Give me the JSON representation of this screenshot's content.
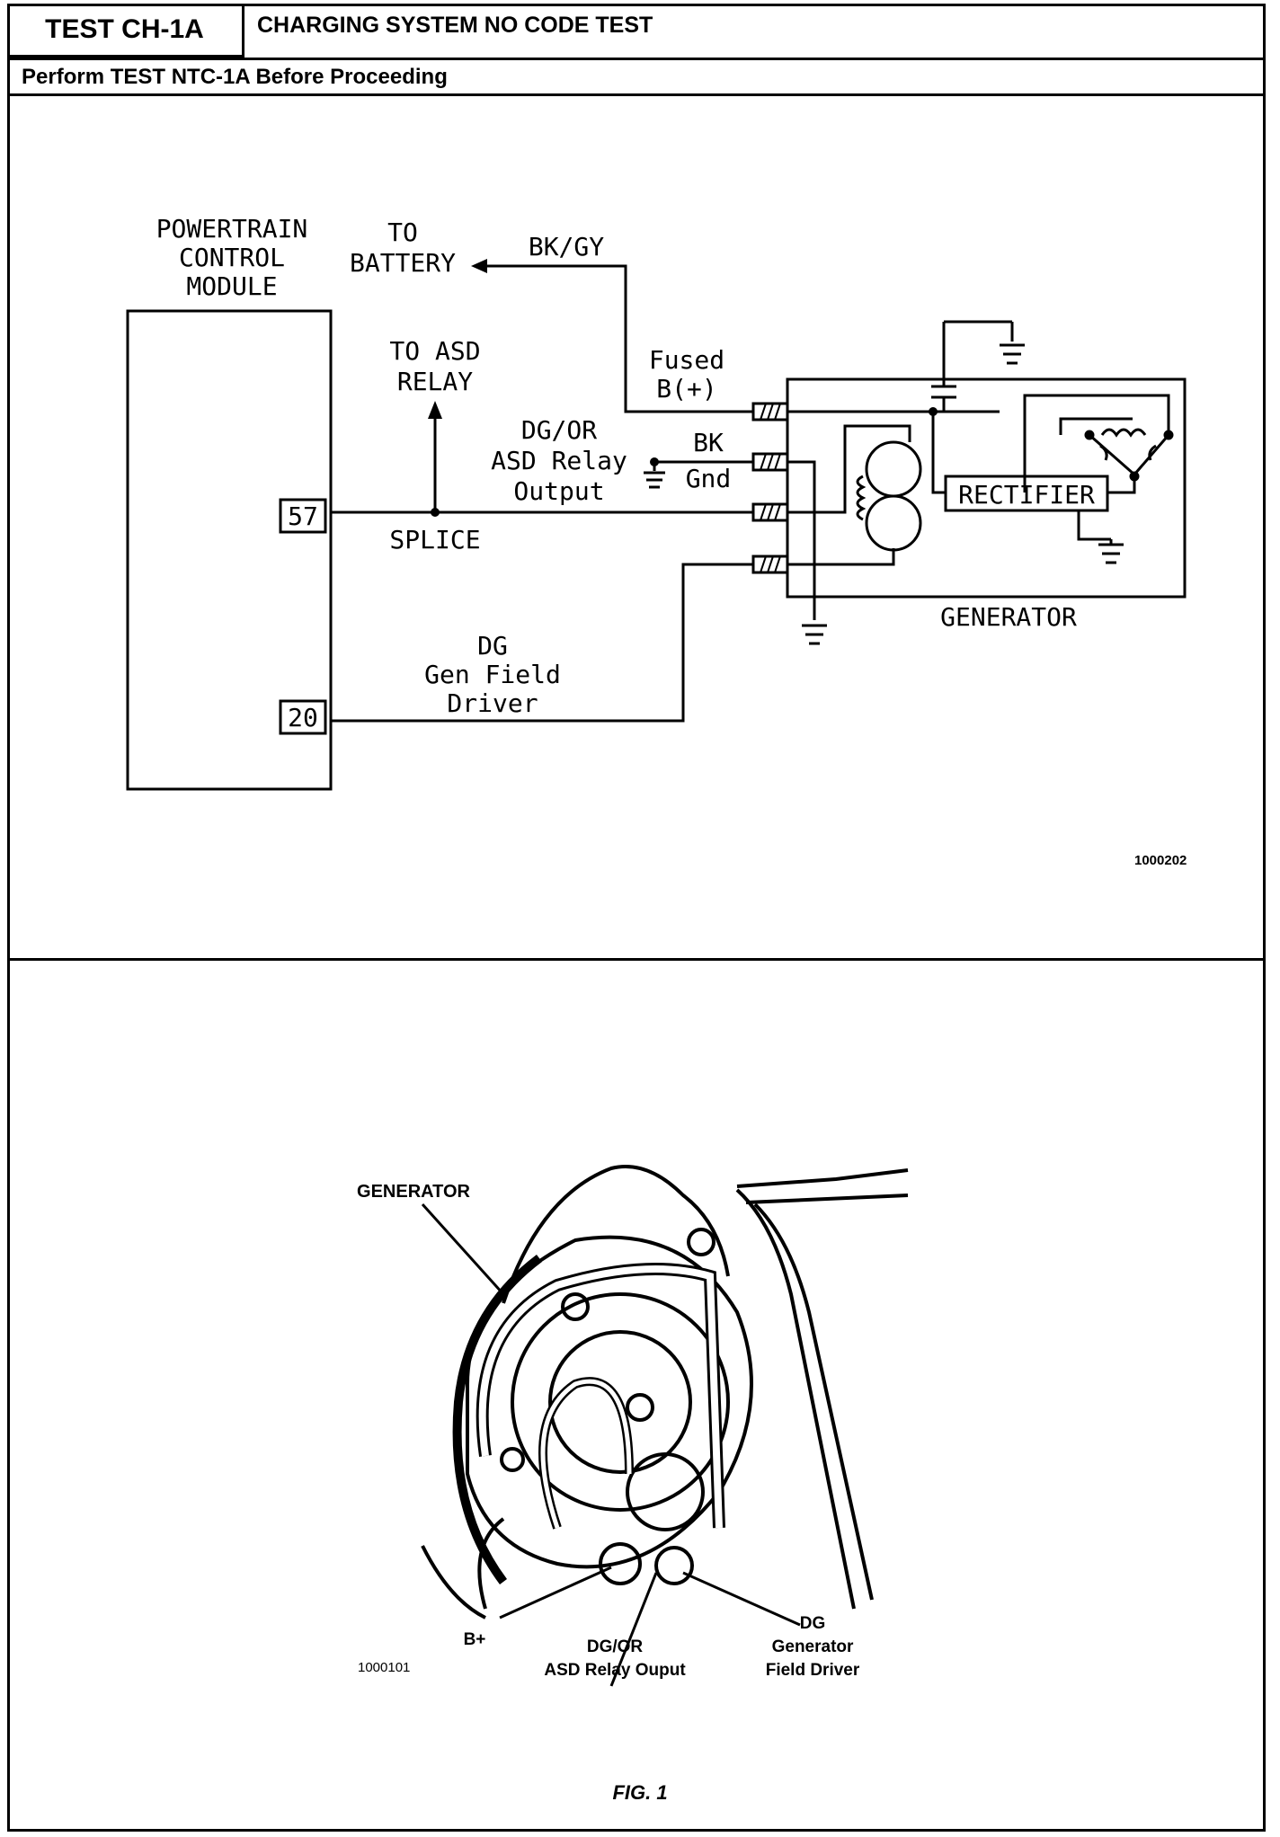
{
  "header": {
    "test_id": "TEST CH-1A",
    "title": "CHARGING SYSTEM NO CODE TEST",
    "instruction": "Perform TEST NTC-1A Before Proceeding"
  },
  "schematic": {
    "pcm_label_1": "POWERTRAIN",
    "pcm_label_2": "CONTROL",
    "pcm_label_3": "MODULE",
    "to_battery_1": "TO",
    "to_battery_2": "BATTERY",
    "wire_bkgy": "BK/GY",
    "to_asd_1": "TO ASD",
    "to_asd_2": "RELAY",
    "fused_1": "Fused",
    "fused_2": "B(+)",
    "dgor_1": "DG/OR",
    "dgor_2": "ASD Relay",
    "dgor_3": "Output",
    "bk": "BK",
    "gnd": "Gnd",
    "pin_57": "57",
    "pin_20": "20",
    "splice": "SPLICE",
    "dg_1": "DG",
    "dg_2": "Gen Field",
    "dg_3": "Driver",
    "rectifier": "RECTIFIER",
    "generator": "GENERATOR",
    "figure_id": "1000202"
  },
  "photo": {
    "generator": "GENERATOR",
    "bplus": "B+",
    "dgor_1": "DG/OR",
    "dgor_2": "ASD Relay Ouput",
    "dg_1": "DG",
    "dg_2": "Generator",
    "dg_3": "Field Driver",
    "figure_id": "1000101",
    "caption": "FIG. 1"
  }
}
